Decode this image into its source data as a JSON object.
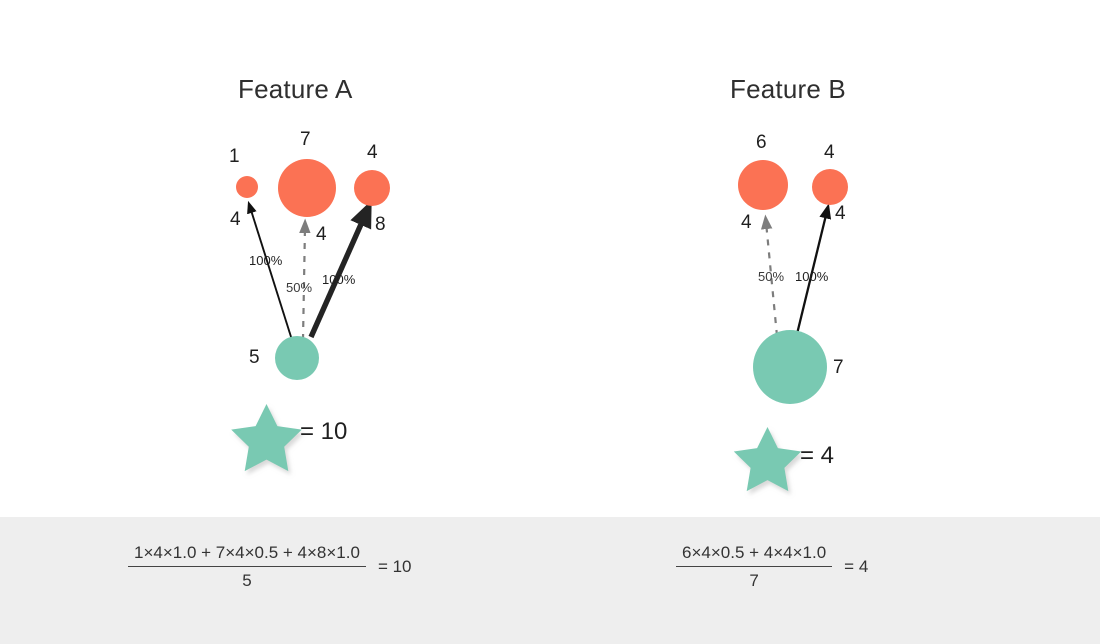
{
  "diagram": {
    "background_color": "#ffffff",
    "band_color": "#eeeeee",
    "node_color_orange": "#fb7254",
    "node_color_teal": "#79c9b2"
  },
  "panels": [
    {
      "id": "feature-a",
      "title": "Feature A",
      "source_node": {
        "label": "5",
        "value": 5,
        "color": "#79c9b2"
      },
      "target_nodes": [
        {
          "label": "1",
          "value": 1,
          "color": "#fb7254"
        },
        {
          "label": "7",
          "value": 7,
          "color": "#fb7254"
        },
        {
          "label": "4",
          "value": 4,
          "color": "#fb7254"
        }
      ],
      "edges": [
        {
          "weight_label": "4",
          "percent_label": "100%",
          "style": "solid-thin"
        },
        {
          "weight_label": "4",
          "percent_label": "50%",
          "style": "dashed"
        },
        {
          "weight_label": "8",
          "percent_label": "100%",
          "style": "solid-thick"
        }
      ],
      "star": {
        "equals_label": "= 10",
        "value": 10,
        "color": "#79c9b2"
      },
      "formula": {
        "numerator": "1×4×1.0 + 7×4×0.5 + 4×8×1.0",
        "denominator": "5",
        "result": "= 10"
      }
    },
    {
      "id": "feature-b",
      "title": "Feature B",
      "source_node": {
        "label": "7",
        "value": 7,
        "color": "#79c9b2"
      },
      "target_nodes": [
        {
          "label": "6",
          "value": 6,
          "color": "#fb7254"
        },
        {
          "label": "4",
          "value": 4,
          "color": "#fb7254"
        }
      ],
      "edges": [
        {
          "weight_label": "4",
          "percent_label": "50%",
          "style": "dashed"
        },
        {
          "weight_label": "4",
          "percent_label": "100%",
          "style": "solid-thin"
        }
      ],
      "star": {
        "equals_label": "= 4",
        "value": 4,
        "color": "#79c9b2"
      },
      "formula": {
        "numerator": "6×4×0.5 + 4×4×1.0",
        "denominator": "7",
        "result": "= 4"
      }
    }
  ]
}
